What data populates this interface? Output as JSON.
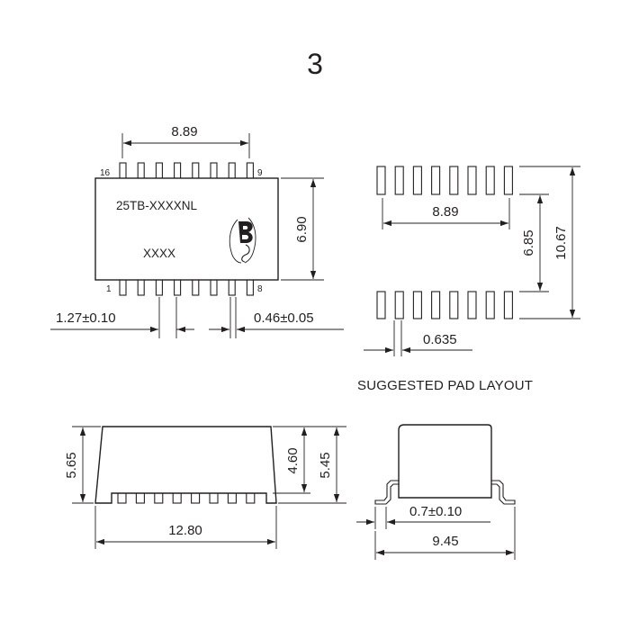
{
  "page": {
    "number": "3"
  },
  "top_view": {
    "part_marking": "25TB-XXXXNL",
    "date_code": "XXXX",
    "pin_labels": {
      "top_left": "16",
      "top_right": "9",
      "bottom_left": "1",
      "bottom_right": "8"
    },
    "dimensions": {
      "pin_span": "8.89",
      "body_width": "6.90",
      "pitch": "1.27±0.10",
      "lead_width": "0.46±0.05"
    }
  },
  "pad_layout": {
    "caption": "SUGGESTED PAD LAYOUT",
    "dimensions": {
      "pad_span": "8.89",
      "inner_spacing": "6.85",
      "outer_spacing": "10.67",
      "pad_width": "0.635"
    }
  },
  "side_view": {
    "dimensions": {
      "overall_height": "5.65",
      "body_height": "4.60",
      "seated_height": "5.45",
      "overall_length": "12.80"
    }
  },
  "end_view": {
    "dimensions": {
      "foot_length": "0.7±0.10",
      "overall_width": "9.45"
    }
  }
}
